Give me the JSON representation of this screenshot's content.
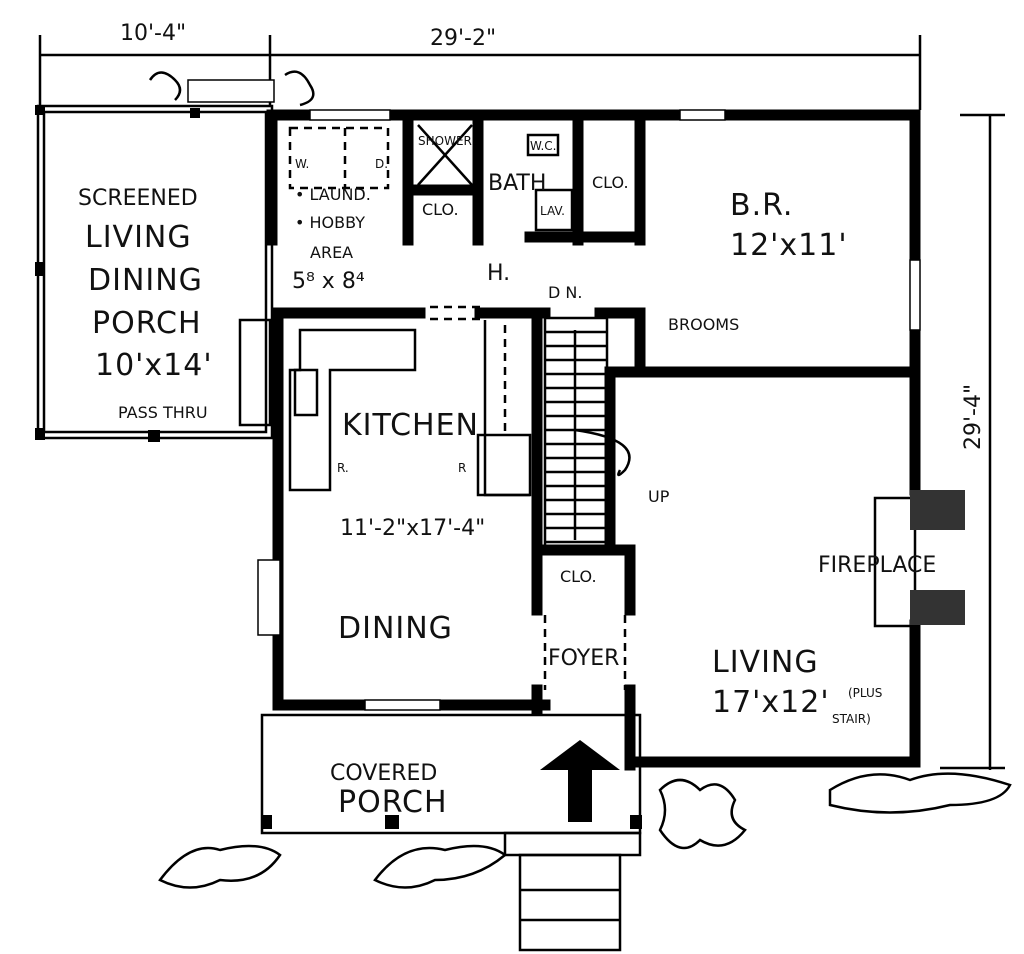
{
  "dimensions": {
    "porch_width": "10'-4\"",
    "house_width": "29'-2\"",
    "house_depth": "29'-4\""
  },
  "rooms": {
    "screened_porch": [
      "SCREENED",
      "LIVING",
      "DINING",
      "PORCH",
      "10'x14'"
    ],
    "pass_thru": "PASS THRU",
    "washer": "W.",
    "dryer": "D.",
    "laundry": [
      "• LAUND.",
      "• HOBBY",
      "AREA",
      "5⁸ x 8⁴"
    ],
    "shower": "SHOWER",
    "bath": "BATH",
    "wc": "W.C.",
    "lav": "LAV.",
    "closet_bath": "CLO.",
    "closet_hall": "CLO.",
    "bedroom": [
      "B.R.",
      "12'x11'"
    ],
    "hall": "H.",
    "down": "D N.",
    "brooms": "BROOMS",
    "kitchen": "KITCHEN",
    "range_left": "R.",
    "range_right": "R",
    "kitchen_size": "11'-2\"x17'-4\"",
    "up": "UP",
    "closet_foyer": "CLO.",
    "dining": "DINING",
    "foyer": "FOYER",
    "fireplace": "FIREPLACE",
    "living": [
      "LIVING",
      "17'x12'",
      "(PLUS",
      "STAIR)"
    ],
    "covered_porch": [
      "COVERED",
      "PORCH"
    ]
  },
  "colors": {
    "ink": "#000000",
    "paper": "#ffffff"
  }
}
